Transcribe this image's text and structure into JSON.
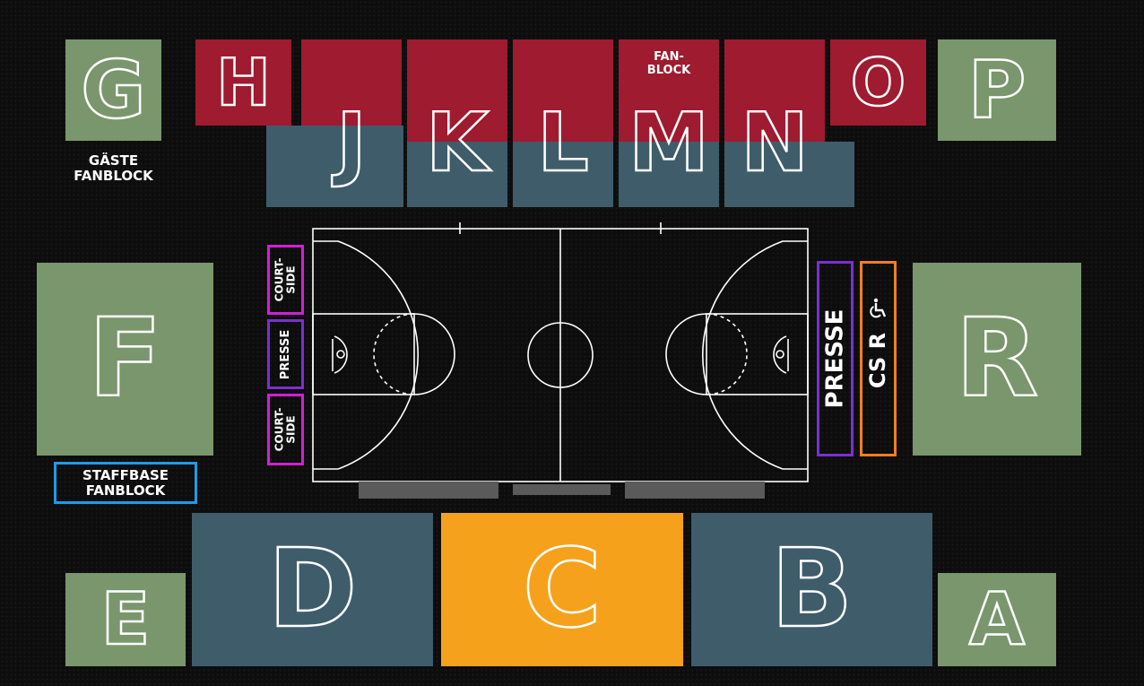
{
  "blocks": {
    "G": "G",
    "H": "H",
    "J": "J",
    "K": "K",
    "L": "L",
    "M": "M",
    "N": "N",
    "O": "O",
    "P": "P",
    "F": "F",
    "R": "R",
    "E": "E",
    "D": "D",
    "C": "C",
    "B": "B",
    "A": "A"
  },
  "labels": {
    "gaeste_fanblock": "GÄSTE\nFANBLOCK",
    "fanblock": "FAN-\nBLOCK",
    "staffbase_fanblock": "STAFFBASE\nFANBLOCK",
    "courtside_top": "COURT-\nSIDE",
    "presse_small": "PRESSE",
    "courtside_bottom": "COURT-\nSIDE",
    "presse_large": "PRESSE",
    "cs_r": "CS R"
  },
  "icons": {
    "wheelchair": "wheelchair-icon"
  },
  "colors": {
    "home_fan": "#9e1b30",
    "guest": "#7a966c",
    "standard": "#3f5c6b",
    "highlight": "#f6a11c",
    "courtside": "#d21fd6",
    "press": "#7b2fd0",
    "cs_r": "#f07f22",
    "staffbase": "#1e9be8"
  }
}
